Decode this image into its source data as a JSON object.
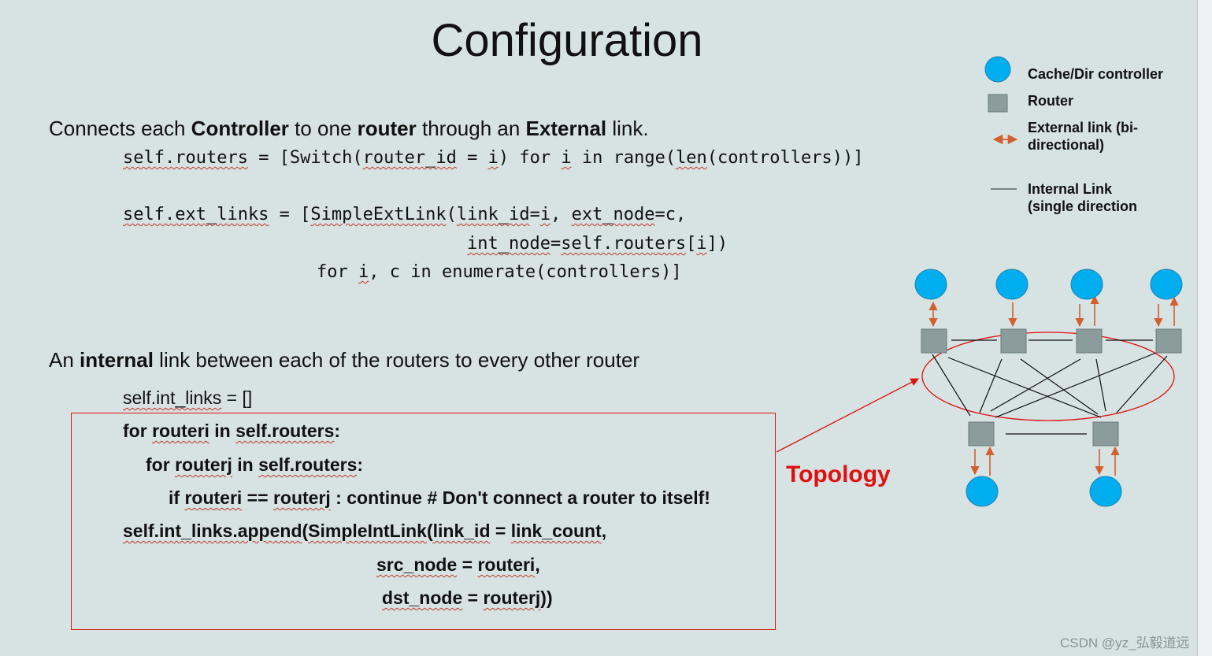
{
  "title": "Configuration",
  "section1": {
    "heading_parts": [
      "Connects each ",
      "Controller",
      " to one ",
      "router",
      " through an ",
      "External",
      " link."
    ],
    "code": {
      "l1a": "self.routers",
      "l1b": " = [Switch(",
      "l1c": "router_id",
      "l1d": " = ",
      "l1e": "i",
      "l1f": ") for ",
      "l1g": "i",
      "l1h": " in range(",
      "l1i": "len",
      "l1j": "(controllers))]",
      "l2a": "self.ext_links",
      "l2b": " = [",
      "l2c": "SimpleExtLink",
      "l2d": "(",
      "l2e": "link_id",
      "l2f": "=",
      "l2g": "i",
      "l2h": ", ",
      "l2i": "ext_node",
      "l2j": "=c,",
      "l3a": "int_node",
      "l3b": "=",
      "l3c": "self.routers",
      "l3d": "[",
      "l3e": "i",
      "l3f": "])",
      "l4a": "for ",
      "l4b": "i",
      "l4c": ", c in enumerate(controllers)]"
    }
  },
  "section2": {
    "heading_parts": [
      "An ",
      "internal",
      " link between each of the routers to every other router"
    ],
    "init_line": {
      "a": "self.int_links",
      "b": " = []"
    },
    "loop1": {
      "a": "for ",
      "b": "routeri",
      "c": " in ",
      "d": "self.routers",
      "e": ":"
    },
    "loop2": {
      "a": "for ",
      "b": "routerj",
      "c": " in ",
      "d": "self.routers",
      "e": ":"
    },
    "cond": {
      "a": "if ",
      "b": "routeri",
      "c": " == ",
      "d": "routerj",
      "e": " : continue # Don't connect a router to itself!"
    },
    "append1": {
      "a": "self.int_links.append",
      "b": "(",
      "c": "SimpleIntLink",
      "d": "(",
      "e": "link_id",
      "f": " = ",
      "g": "link_count",
      "h": ","
    },
    "append2": {
      "a": "src_node",
      "b": " = ",
      "c": "routeri",
      "d": ","
    },
    "append3": {
      "a": "dst_node",
      "b": " = ",
      "c": "routerj",
      "d": "))"
    }
  },
  "legend": {
    "controller": "Cache/Dir controller",
    "router": "Router",
    "external_link_1": "External link (bi-",
    "external_link_2": "directional)",
    "internal_link_1": "Internal Link",
    "internal_link_2": "(single direction"
  },
  "topology_label": "Topology",
  "watermark": "CSDN @yz_弘毅道远",
  "colors": {
    "background": "#d7e2e2",
    "controller": "#00adef",
    "router": "#8c9c9c",
    "external_link": "#d2602e",
    "highlight": "#e01010",
    "text": "#111111"
  },
  "icons": {
    "controller": "blue-circle-icon",
    "router": "gray-square-icon",
    "external_link": "double-arrow-icon",
    "internal_link": "line-icon"
  }
}
